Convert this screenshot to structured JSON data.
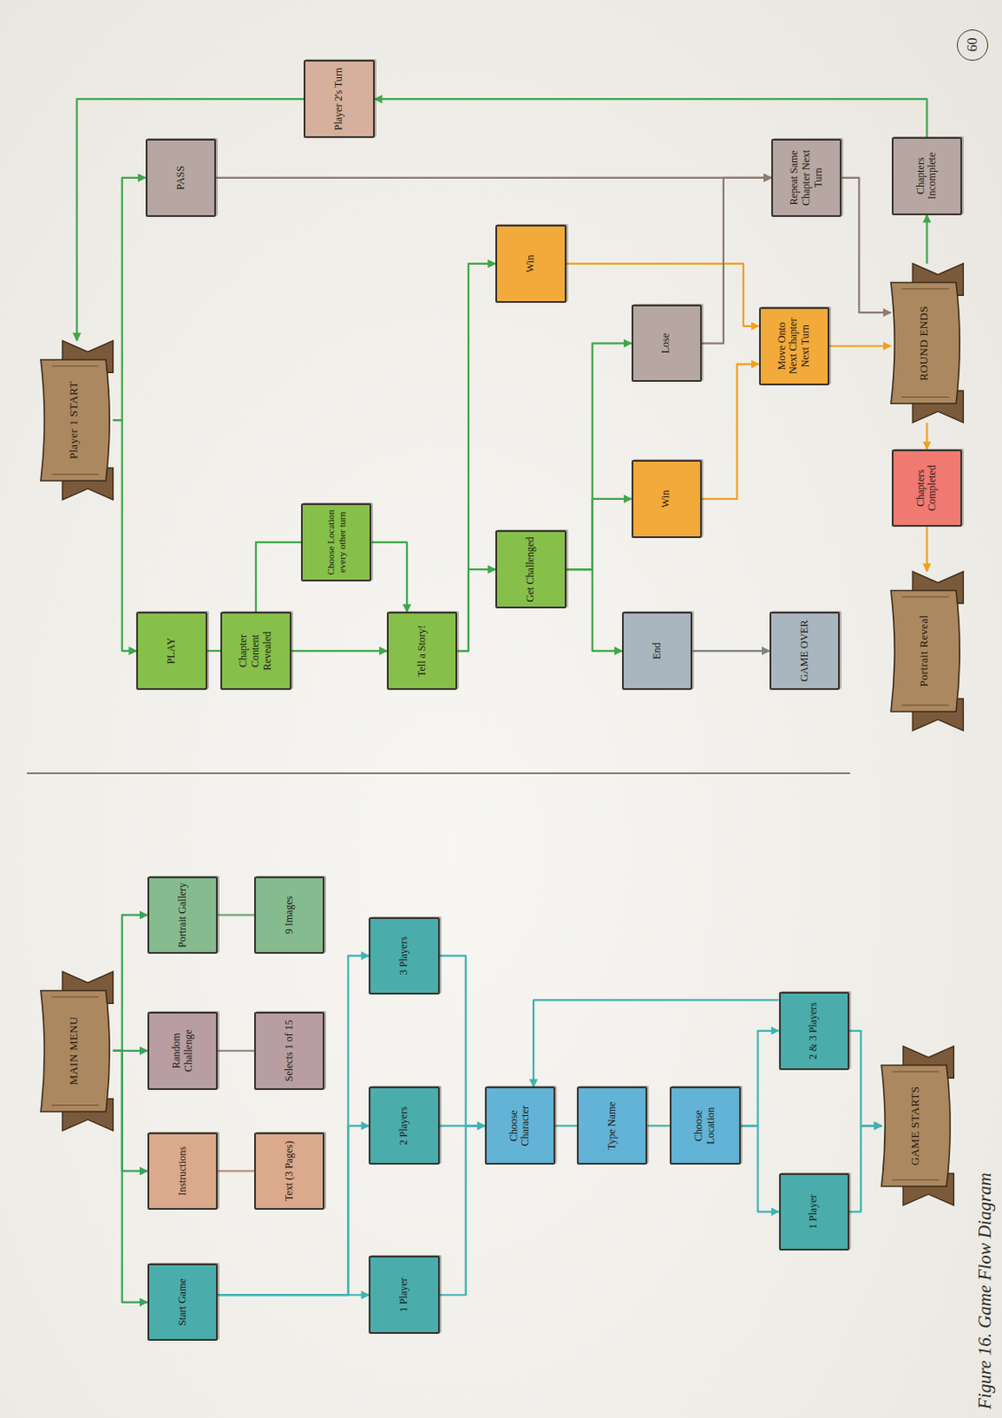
{
  "diagram": {
    "caption": "Figure 16. Game Flow Diagram",
    "nodes": [
      {
        "text": [
          "MAIN MENU"
        ]
      },
      {
        "text": [
          "Start Game"
        ]
      },
      {
        "text": [
          "Instructions"
        ]
      },
      {
        "text": [
          "Random Challenge"
        ]
      },
      {
        "text": [
          "Portrait Gallery"
        ]
      },
      {
        "text": [
          "Text (3 Pages)"
        ]
      },
      {
        "text": [
          "Selects 1 of 15"
        ]
      },
      {
        "text": [
          "9 Images"
        ]
      },
      {
        "text": [
          "1 Player"
        ]
      },
      {
        "text": [
          "2 Players"
        ]
      },
      {
        "text": [
          "3 Players"
        ]
      },
      {
        "text": [
          "Choose Character"
        ]
      },
      {
        "text": [
          "Type Name"
        ]
      },
      {
        "text": [
          "Choose Location"
        ]
      },
      {
        "text": [
          "1 Player"
        ]
      },
      {
        "text": [
          "2 & 3 Players"
        ]
      },
      {
        "text": [
          "GAME STARTS"
        ]
      },
      {
        "text": [
          "Player 1 START"
        ]
      },
      {
        "text": [
          "PLAY"
        ]
      },
      {
        "text": [
          "PASS"
        ]
      },
      {
        "text": [
          "Player 2's Turn"
        ]
      },
      {
        "text": [
          "Chapter Content Revealed"
        ]
      },
      {
        "text": [
          "Choose Location every other turn"
        ]
      },
      {
        "text": [
          "Tell a Story!"
        ]
      },
      {
        "text": [
          "Get Challenged"
        ]
      },
      {
        "text": [
          "Win"
        ]
      },
      {
        "text": [
          "End"
        ]
      },
      {
        "text": [
          "Win"
        ]
      },
      {
        "text": [
          "Lose"
        ]
      },
      {
        "text": [
          "Move Onto Next Chapter Next Turn"
        ]
      },
      {
        "text": [
          "Repeat Same Chapter Next Turn"
        ]
      },
      {
        "text": [
          "GAME OVER"
        ]
      },
      {
        "text": [
          "ROUND ENDS"
        ]
      },
      {
        "text": [
          "Chapters Incomplete"
        ]
      },
      {
        "text": [
          "Chapters Completed"
        ]
      },
      {
        "text": [
          "Portrait Reveal"
        ]
      }
    ],
    "edges": [
      {
        "from": 0,
        "to": 1,
        "arrow": "to"
      },
      {
        "from": 0,
        "to": 2,
        "arrow": "to"
      },
      {
        "from": 0,
        "to": 3,
        "arrow": "to"
      },
      {
        "from": 0,
        "to": 4,
        "arrow": "to"
      },
      {
        "from": 2,
        "to": 5,
        "arrow": "none"
      },
      {
        "from": 3,
        "to": 6,
        "arrow": "none"
      },
      {
        "from": 4,
        "to": 7,
        "arrow": "none"
      },
      {
        "from": 1,
        "to": 8,
        "arrow": "to"
      },
      {
        "from": 1,
        "to": 9,
        "arrow": "to"
      },
      {
        "from": 1,
        "to": 10,
        "arrow": "to"
      },
      {
        "from": 8,
        "to": 11,
        "arrow": "to"
      },
      {
        "from": 9,
        "to": 11,
        "arrow": "to"
      },
      {
        "from": 10,
        "to": 11,
        "arrow": "to"
      },
      {
        "from": 11,
        "to": 12,
        "arrow": "none"
      },
      {
        "from": 12,
        "to": 13,
        "arrow": "none"
      },
      {
        "from": 13,
        "to": 14,
        "arrow": "to"
      },
      {
        "from": 13,
        "to": 15,
        "arrow": "to"
      },
      {
        "from": 14,
        "to": 16,
        "arrow": "to"
      },
      {
        "from": 15,
        "to": 16,
        "arrow": "to"
      },
      {
        "from": 15,
        "to": 11,
        "arrow": "to"
      },
      {
        "from": 17,
        "to": 18,
        "arrow": "to"
      },
      {
        "from": 17,
        "to": 19,
        "arrow": "to"
      },
      {
        "from": 18,
        "to": 21,
        "arrow": "none"
      },
      {
        "from": 21,
        "to": 22,
        "arrow": "none"
      },
      {
        "from": 21,
        "to": 23,
        "arrow": "to"
      },
      {
        "from": 22,
        "to": 23,
        "arrow": "to"
      },
      {
        "from": 23,
        "to": 24,
        "arrow": "to"
      },
      {
        "from": 23,
        "to": 25,
        "arrow": "to"
      },
      {
        "from": 24,
        "to": 26,
        "arrow": "to"
      },
      {
        "from": 24,
        "to": 27,
        "arrow": "to"
      },
      {
        "from": 24,
        "to": 28,
        "arrow": "to"
      },
      {
        "from": 26,
        "to": 31,
        "arrow": "to"
      },
      {
        "from": 25,
        "to": 29,
        "arrow": "to"
      },
      {
        "from": 27,
        "to": 29,
        "arrow": "to"
      },
      {
        "from": 28,
        "to": 30,
        "arrow": "to"
      },
      {
        "from": 19,
        "to": 30,
        "arrow": "to"
      },
      {
        "from": 29,
        "to": 32,
        "arrow": "to"
      },
      {
        "from": 30,
        "to": 32,
        "arrow": "to"
      },
      {
        "from": 32,
        "to": 33,
        "arrow": "to"
      },
      {
        "from": 32,
        "to": 34,
        "arrow": "to"
      },
      {
        "from": 34,
        "to": 35,
        "arrow": "to"
      },
      {
        "from": 33,
        "to": 20,
        "arrow": "to"
      },
      {
        "from": 20,
        "to": 17,
        "arrow": "to"
      }
    ],
    "labels": [
      "60"
    ]
  }
}
